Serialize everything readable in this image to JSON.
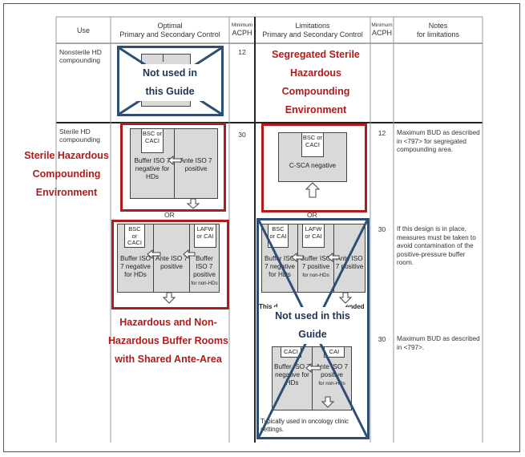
{
  "headers": {
    "use": "Use",
    "optimal_line1": "Optimal",
    "optimal_line2": "Primary and Secondary Control",
    "minimum_small": "Minimum",
    "acph": "ACPH",
    "limitations_line1": "Limitations",
    "limitations_line2": "Primary and Secondary Control",
    "notes_line1": "Notes",
    "notes_line2": "for limitations"
  },
  "rows": {
    "nonsterile": {
      "use": "Nonsterile HD compounding",
      "acph": "12"
    },
    "sterile": {
      "use": "Sterile HD compounding",
      "acph_optimal": "30"
    }
  },
  "rooms": {
    "bsc_caci": "BSC or CACI",
    "bsc_cai": "BSC or CAI",
    "lafw_cai": "LAFW or CAI",
    "caci": "CACI",
    "cai": "CAI",
    "buffer_neg": "Buffer ISO 7 negative for HDs",
    "ante_pos": "Ante ISO 7 positive",
    "ante": "Ante",
    "buffer_nonhd_line": "Buffer ISO 7 positive",
    "for_non_hds": "for non-HDs",
    "csca": "C-SCA negative",
    "or": "OR"
  },
  "limitations": {
    "acph_1": "12",
    "acph_2": "30",
    "acph_3": "30",
    "note_1": "Maximum BUD as described in <797> for segregated compounding area.",
    "note_2": "If this design is in place, measures must be taken to avoid contamination of the positive-pressure buffer room.",
    "note_3": "Maximum BUD as described in <797>.",
    "fragment": "This d",
    "fragment_end": "ended",
    "oncology": "Typically used in oncology clinic settings."
  },
  "annotations": {
    "not_used": "Not used in this Guide",
    "segregated": "Segregated Sterile Hazardous Compounding Environment",
    "sterile_env": "Sterile Hazardous Compounding Environment",
    "shared_ante": "Hazardous and Non-Hazardous Buffer Rooms with Shared Ante-Area"
  },
  "colors": {
    "annotation_red": "#b01c1c",
    "annotation_blue": "#2e4e72",
    "room_gray": "#d9d9d9"
  }
}
